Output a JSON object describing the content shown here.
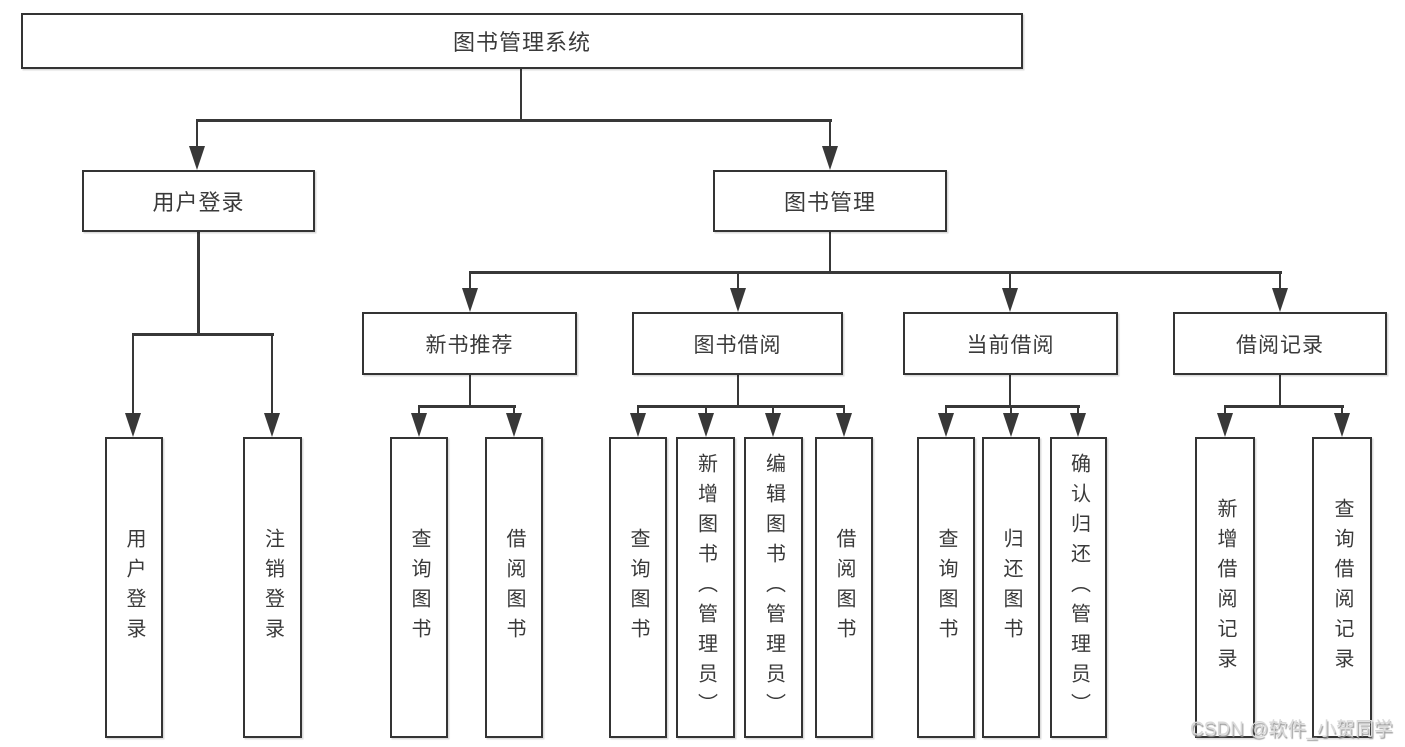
{
  "colors": {
    "line": "#383838",
    "box_border": "#343434",
    "text": "#3a3a3a",
    "background": "#ffffff",
    "watermark_text": "#d9d9d9"
  },
  "watermark": {
    "text": "CSDN @软件_小贺同学"
  },
  "tree": {
    "root": {
      "label": "图书管理系统"
    },
    "level2": [
      {
        "label": "用户登录",
        "children": [
          {
            "label": "用户登录"
          },
          {
            "label": "注销登录"
          }
        ]
      },
      {
        "label": "图书管理",
        "children": [
          {
            "label": "新书推荐",
            "children": [
              {
                "label": "查询图书"
              },
              {
                "label": "借阅图书"
              }
            ]
          },
          {
            "label": "图书借阅",
            "children": [
              {
                "label": "查询图书"
              },
              {
                "label": "新增图书（管理员）"
              },
              {
                "label": "编辑图书（管理员）"
              },
              {
                "label": "借阅图书"
              }
            ]
          },
          {
            "label": "当前借阅",
            "children": [
              {
                "label": "查询图书"
              },
              {
                "label": "归还图书"
              },
              {
                "label": "确认归还（管理员）"
              }
            ]
          },
          {
            "label": "借阅记录",
            "children": [
              {
                "label": "新增借阅记录"
              },
              {
                "label": "查询借阅记录"
              }
            ]
          }
        ]
      }
    ]
  }
}
